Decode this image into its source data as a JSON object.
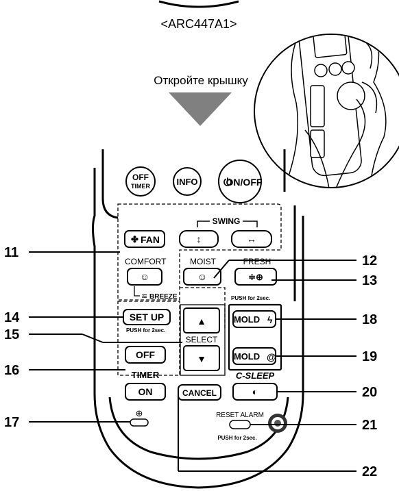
{
  "model": "<ARC447A1>",
  "instruction": "Откройте крышку",
  "buttons": {
    "off_timer_top": "OFF",
    "off_timer_bottom": "TIMER",
    "info": "INFO",
    "onoff": "ON/OFF",
    "fan": "FAN",
    "swing": "SWING",
    "comfort": "COMFORT",
    "breeze": "BREEZE",
    "moist": "MOIST",
    "fresh": "FRESH",
    "push_2sec": "PUSH for 2sec.",
    "setup": "SET UP",
    "select": "SELECT",
    "mold1": "MOLD",
    "mold2": "MOLD",
    "timer": "TIMER",
    "timer_off": "OFF",
    "timer_on": "ON",
    "cancel": "CANCEL",
    "csleep": "C-SLEEP",
    "reset_alarm": "RESET ALARM"
  },
  "callouts": [
    "11",
    "12",
    "13",
    "14",
    "15",
    "16",
    "17",
    "18",
    "19",
    "20",
    "21",
    "22"
  ]
}
